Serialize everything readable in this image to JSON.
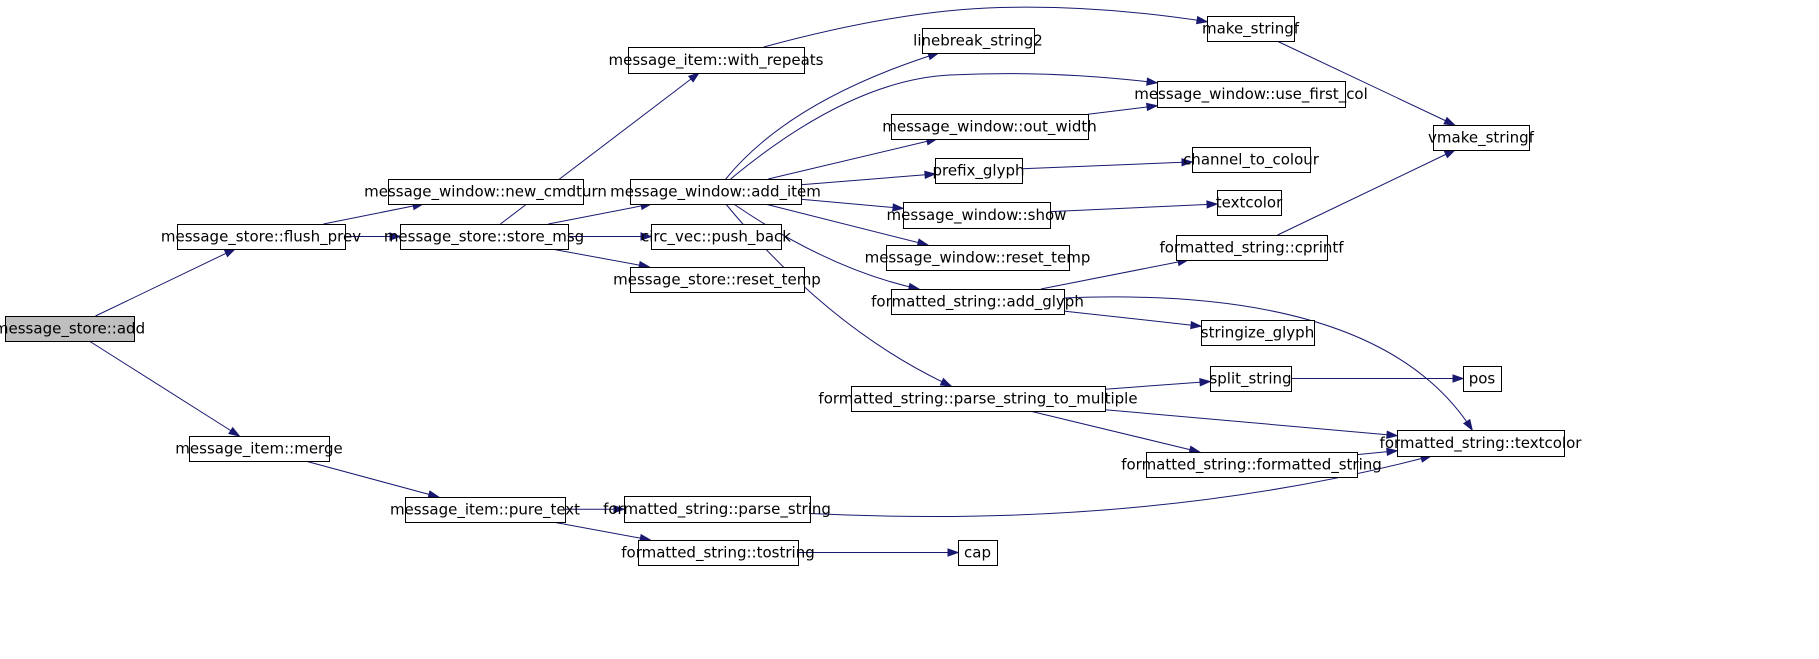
{
  "colors": {
    "edge": "#191970",
    "node_fill": "#ffffff",
    "root_fill": "#bfbfbf",
    "border": "#000000"
  },
  "nodes": [
    {
      "id": "n0",
      "label": "message_store::add",
      "root": true
    },
    {
      "id": "n1",
      "label": "message_store::flush_prev"
    },
    {
      "id": "n2",
      "label": "message_item::merge"
    },
    {
      "id": "n3",
      "label": "message_window::new_cmdturn"
    },
    {
      "id": "n4",
      "label": "message_store::store_msg"
    },
    {
      "id": "n5",
      "label": "message_item::with_repeats"
    },
    {
      "id": "n6",
      "label": "message_window::add_item"
    },
    {
      "id": "n7",
      "label": "circ_vec::push_back"
    },
    {
      "id": "n8",
      "label": "message_store::reset_temp"
    },
    {
      "id": "n9",
      "label": "message_item::pure_text"
    },
    {
      "id": "n10",
      "label": "formatted_string::parse_string"
    },
    {
      "id": "n11",
      "label": "formatted_string::tostring"
    },
    {
      "id": "n12",
      "label": "cap"
    },
    {
      "id": "n13",
      "label": "linebreak_string2"
    },
    {
      "id": "n14",
      "label": "message_window::out_width"
    },
    {
      "id": "n15",
      "label": "prefix_glyph"
    },
    {
      "id": "n16",
      "label": "message_window::show"
    },
    {
      "id": "n17",
      "label": "message_window::reset_temp"
    },
    {
      "id": "n18",
      "label": "formatted_string::add_glyph"
    },
    {
      "id": "n19",
      "label": "formatted_string::parse_string_to_multiple"
    },
    {
      "id": "n20",
      "label": "make_stringf"
    },
    {
      "id": "n21",
      "label": "message_window::use_first_col"
    },
    {
      "id": "n22",
      "label": "channel_to_colour"
    },
    {
      "id": "n23",
      "label": "textcolor"
    },
    {
      "id": "n24",
      "label": "formatted_string::cprintf"
    },
    {
      "id": "n25",
      "label": "stringize_glyph"
    },
    {
      "id": "n26",
      "label": "split_string"
    },
    {
      "id": "n27",
      "label": "formatted_string::formatted_string"
    },
    {
      "id": "n28",
      "label": "formatted_string::textcolor"
    },
    {
      "id": "n29",
      "label": "vmake_stringf"
    },
    {
      "id": "n30",
      "label": "pos"
    }
  ],
  "edges": [
    {
      "from": "n0",
      "to": "n1"
    },
    {
      "from": "n0",
      "to": "n2"
    },
    {
      "from": "n1",
      "to": "n3"
    },
    {
      "from": "n1",
      "to": "n4"
    },
    {
      "from": "n4",
      "to": "n5"
    },
    {
      "from": "n4",
      "to": "n6"
    },
    {
      "from": "n4",
      "to": "n7"
    },
    {
      "from": "n4",
      "to": "n8"
    },
    {
      "from": "n5",
      "to": "n20"
    },
    {
      "from": "n6",
      "to": "n13"
    },
    {
      "from": "n6",
      "to": "n21"
    },
    {
      "from": "n6",
      "to": "n14"
    },
    {
      "from": "n6",
      "to": "n15"
    },
    {
      "from": "n6",
      "to": "n16"
    },
    {
      "from": "n6",
      "to": "n17"
    },
    {
      "from": "n6",
      "to": "n18"
    },
    {
      "from": "n6",
      "to": "n19"
    },
    {
      "from": "n14",
      "to": "n21"
    },
    {
      "from": "n15",
      "to": "n22"
    },
    {
      "from": "n16",
      "to": "n23"
    },
    {
      "from": "n18",
      "to": "n24"
    },
    {
      "from": "n18",
      "to": "n25"
    },
    {
      "from": "n18",
      "to": "n28"
    },
    {
      "from": "n19",
      "to": "n26"
    },
    {
      "from": "n19",
      "to": "n28"
    },
    {
      "from": "n19",
      "to": "n27"
    },
    {
      "from": "n27",
      "to": "n28"
    },
    {
      "from": "n26",
      "to": "n30"
    },
    {
      "from": "n20",
      "to": "n29"
    },
    {
      "from": "n24",
      "to": "n29"
    },
    {
      "from": "n2",
      "to": "n9"
    },
    {
      "from": "n9",
      "to": "n10"
    },
    {
      "from": "n9",
      "to": "n11"
    },
    {
      "from": "n10",
      "to": "n28"
    },
    {
      "from": "n11",
      "to": "n12"
    }
  ]
}
